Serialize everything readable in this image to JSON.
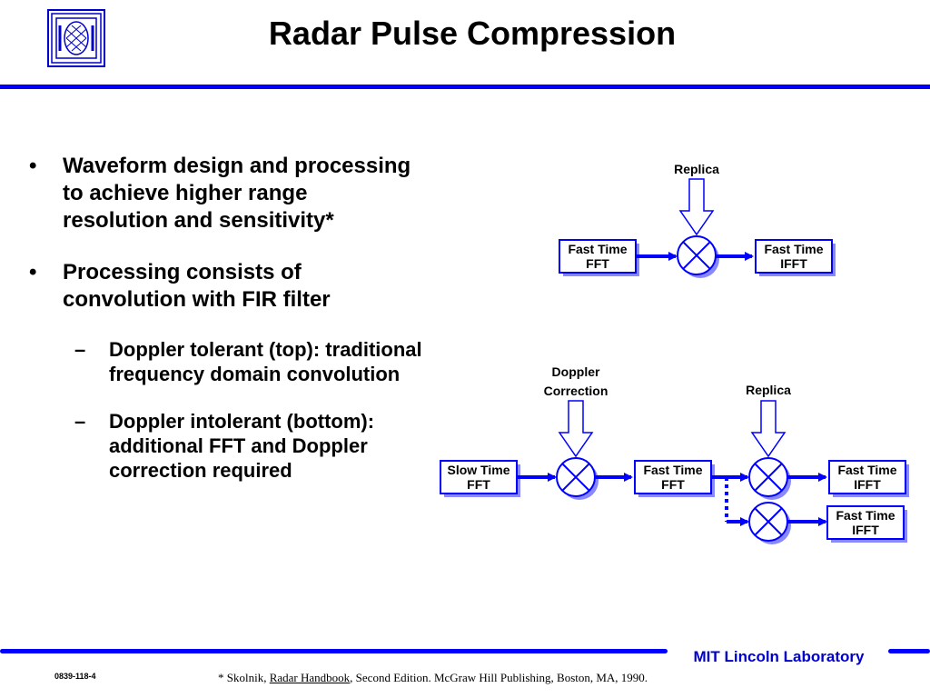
{
  "header": {
    "title": "Radar Pulse Compression"
  },
  "bullets": [
    {
      "mark": "•",
      "lines": [
        "Waveform design and processing",
        "to achieve higher range",
        "resolution and sensitivity*"
      ]
    },
    {
      "mark": "•",
      "lines": [
        "Processing consists of",
        "convolution with FIR filter"
      ]
    }
  ],
  "sub_bullets": [
    {
      "mark": "–",
      "lines": [
        "Doppler tolerant (top): traditional",
        "frequency domain convolution"
      ]
    },
    {
      "mark": "–",
      "lines": [
        "Doppler intolerant (bottom):",
        "additional FFT and Doppler",
        "correction required"
      ]
    }
  ],
  "diagram": {
    "top": {
      "replica_label": "Replica",
      "fft_box": [
        "Fast Time",
        "FFT"
      ],
      "ifft_box": [
        "Fast Time",
        "IFFT"
      ]
    },
    "bottom": {
      "doppler_label": [
        "Doppler",
        "Correction"
      ],
      "replica_label": "Replica",
      "slow_fft_box": [
        "Slow Time",
        "FFT"
      ],
      "fast_fft_box": [
        "Fast Time",
        "FFT"
      ],
      "ifft_box_1": [
        "Fast Time",
        "IFFT"
      ],
      "ifft_box_2": [
        "Fast Time",
        "IFFT"
      ]
    }
  },
  "footer": {
    "lab_name": "MIT Lincoln Laboratory",
    "doc_number": "0839-118-4",
    "citation_prefix": "* Skolnik, ",
    "citation_title": "Radar Handbook",
    "citation_suffix": ", Second Edition. McGraw Hill Publishing, Boston, MA, 1990."
  },
  "colors": {
    "accent": "#0000ff",
    "shadow": "#8888ff",
    "lab_text": "#0000cc"
  }
}
